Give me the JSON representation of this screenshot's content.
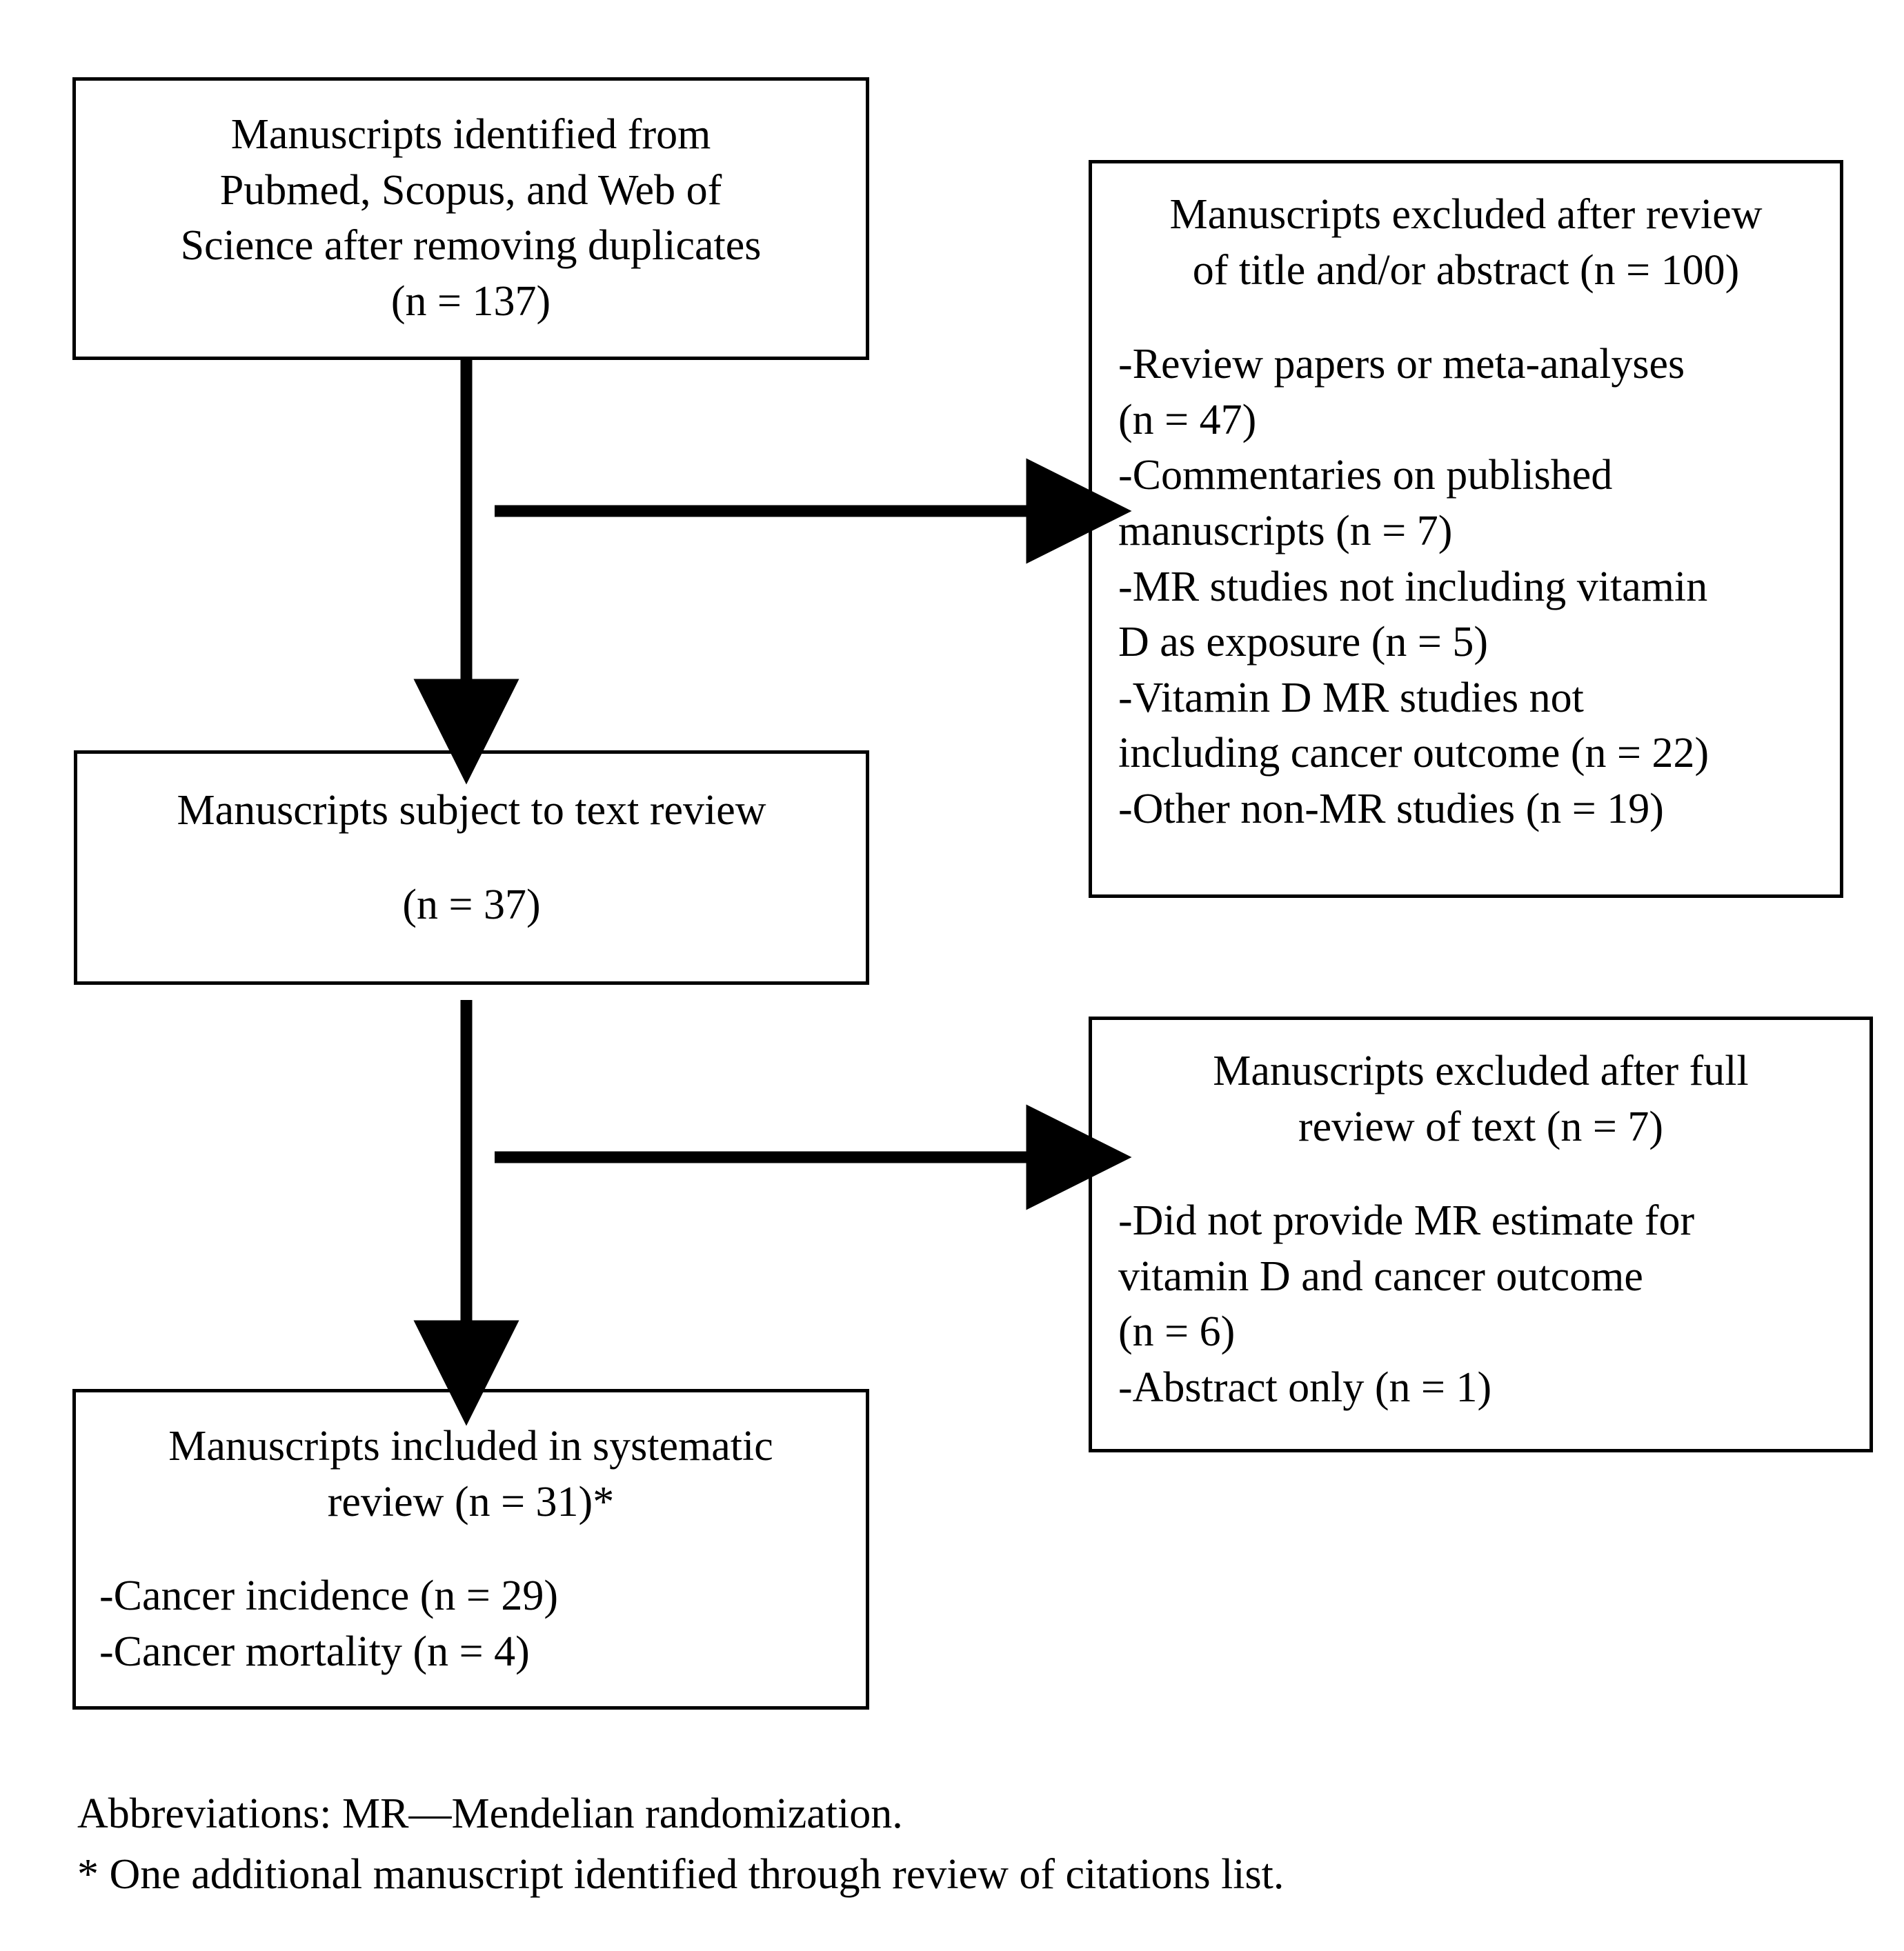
{
  "diagram": {
    "type": "prisma-flow-diagram",
    "nodes": {
      "identified": {
        "lines": [
          "Manuscripts identified from",
          "Pubmed, Scopus, and Web of",
          "Science after removing duplicates",
          "(n = 137)"
        ],
        "count": 137
      },
      "text_review": {
        "lines": [
          "Manuscripts subject to text review",
          "",
          "(n = 37)"
        ],
        "count": 37
      },
      "included": {
        "header_lines": [
          "Manuscripts included in systematic",
          "review (n = 31)*"
        ],
        "count": 31,
        "items": [
          "-Cancer incidence (n = 29)",
          "-Cancer mortality (n = 4)"
        ]
      },
      "excluded_abstract": {
        "header_lines": [
          "Manuscripts excluded after review",
          "of title and/or abstract (n = 100)"
        ],
        "count": 100,
        "items": [
          "-Review papers or meta-analyses",
          "(n = 47)",
          "-Commentaries on published",
          "manuscripts (n = 7)",
          "-MR studies not including vitamin",
          "D as exposure (n = 5)",
          "-Vitamin D MR studies not",
          "including cancer outcome (n = 22)",
          "-Other non-MR studies (n = 19)"
        ]
      },
      "excluded_fulltext": {
        "header_lines": [
          "Manuscripts excluded after full",
          "review of text (n = 7)"
        ],
        "count": 7,
        "items": [
          "-Did not provide MR estimate for",
          "vitamin D and cancer outcome",
          "(n = 6)",
          "-Abstract only (n = 1)"
        ]
      }
    },
    "footnotes": [
      "Abbreviations: MR—Mendelian randomization.",
      "* One additional manuscript identified through review of citations list."
    ],
    "colors": {
      "stroke": "#000000",
      "background": "#ffffff",
      "text": "#000000"
    }
  }
}
